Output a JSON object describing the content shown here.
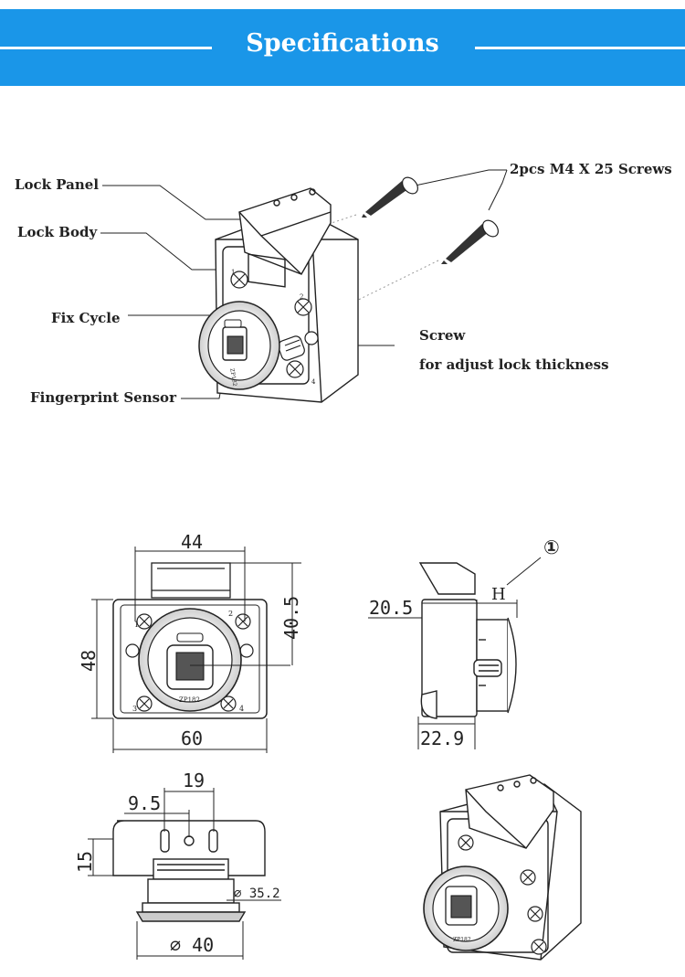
{
  "header": {
    "title": "Specifications"
  },
  "exploded_view": {
    "callouts": {
      "lock_panel": "Lock Panel",
      "lock_body": "Lock Body",
      "fix_cycle": "Fix Cycle",
      "fingerprint_sensor": "Fingerprint Sensor",
      "screws": "2pcs M4 X 25 Screws",
      "screw": "Screw",
      "screw_desc": "for adjust lock thickness"
    },
    "sensor_mark": "ZP182",
    "hole_numbers": [
      "1",
      "2",
      "3",
      "4"
    ]
  },
  "dimensions": {
    "front": {
      "width_top": "44",
      "height_right": "40.5",
      "height_left": "48",
      "width_bottom": "60",
      "sensor_mark": "ZP182"
    },
    "side": {
      "callout_number": "①",
      "callout_letter": "H",
      "depth_top": "20.5",
      "depth_bottom": "22.9"
    },
    "bottom": {
      "spacing_wide": "19",
      "spacing_narrow": "9.5",
      "height": "15",
      "inner_diameter": "⌀ 35.2",
      "outer_diameter": "⌀ 40"
    }
  },
  "colors": {
    "banner": "#1a96e8",
    "text": "#222222"
  }
}
